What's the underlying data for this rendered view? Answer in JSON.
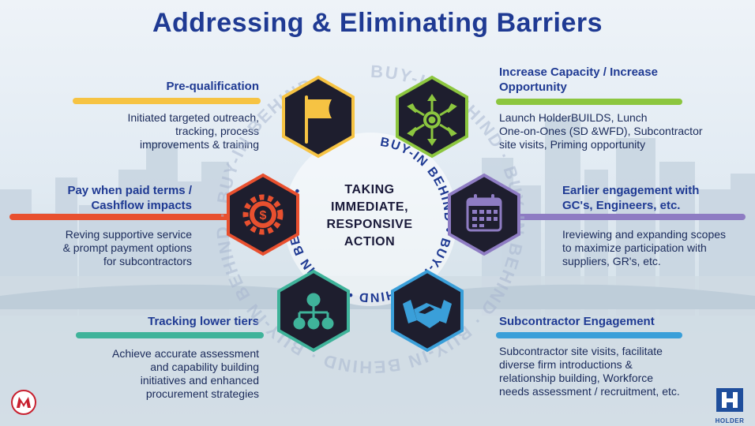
{
  "title": "Addressing & Eliminating Barriers",
  "center": {
    "line1": "TAKING",
    "line2": "IMMEDIATE,",
    "line3": "RESPONSIVE",
    "line4": "ACTION",
    "ring_text": "BUY-IN BEHIND"
  },
  "items": [
    {
      "heading": "Pre-qualification",
      "lines": [
        "Initiated targeted outreach,",
        "tracking, process",
        "improvements & training"
      ],
      "color": "#f6c343",
      "icon": "flag-icon"
    },
    {
      "heading_lines": [
        "Increase  Capacity / Increase",
        "Opportunity"
      ],
      "lines": [
        "Launch HolderBUILDS, Lunch",
        "One-on-Ones (SD &WFD), Subcontractor",
        "site visits, Priming opportunity"
      ],
      "color": "#8cc63f",
      "icon": "expand-arrows-icon"
    },
    {
      "heading_lines": [
        "Pay when paid terms /",
        "Cashflow impacts"
      ],
      "lines": [
        "Reving supportive service",
        "& prompt payment options",
        "for subcontractors"
      ],
      "color": "#e8502f",
      "icon": "dollar-gear-icon"
    },
    {
      "heading_lines": [
        "Earlier engagement with",
        "GC's, Engineers, etc."
      ],
      "lines": [
        "Ireviewing and expanding scopes",
        "to maximize participation with",
        "suppliers, GR's, etc."
      ],
      "color": "#8e7cc3",
      "icon": "calendar-icon"
    },
    {
      "heading": "Tracking lower tiers",
      "lines": [
        "Achieve accurate assessment",
        "and  capability building",
        "initiatives and enhanced",
        "procurement strategies"
      ],
      "color": "#3fb39a",
      "icon": "hierarchy-icon"
    },
    {
      "heading": "Subcontractor Engagement",
      "lines": [
        "Subcontractor site visits, facilitate",
        "diverse firm introductions &",
        "relationship building, Workforce",
        "needs assessment / recruitment, etc."
      ],
      "color": "#3a9fd9",
      "icon": "handshake-icon"
    }
  ],
  "logos": {
    "holder": "HOLDER"
  }
}
